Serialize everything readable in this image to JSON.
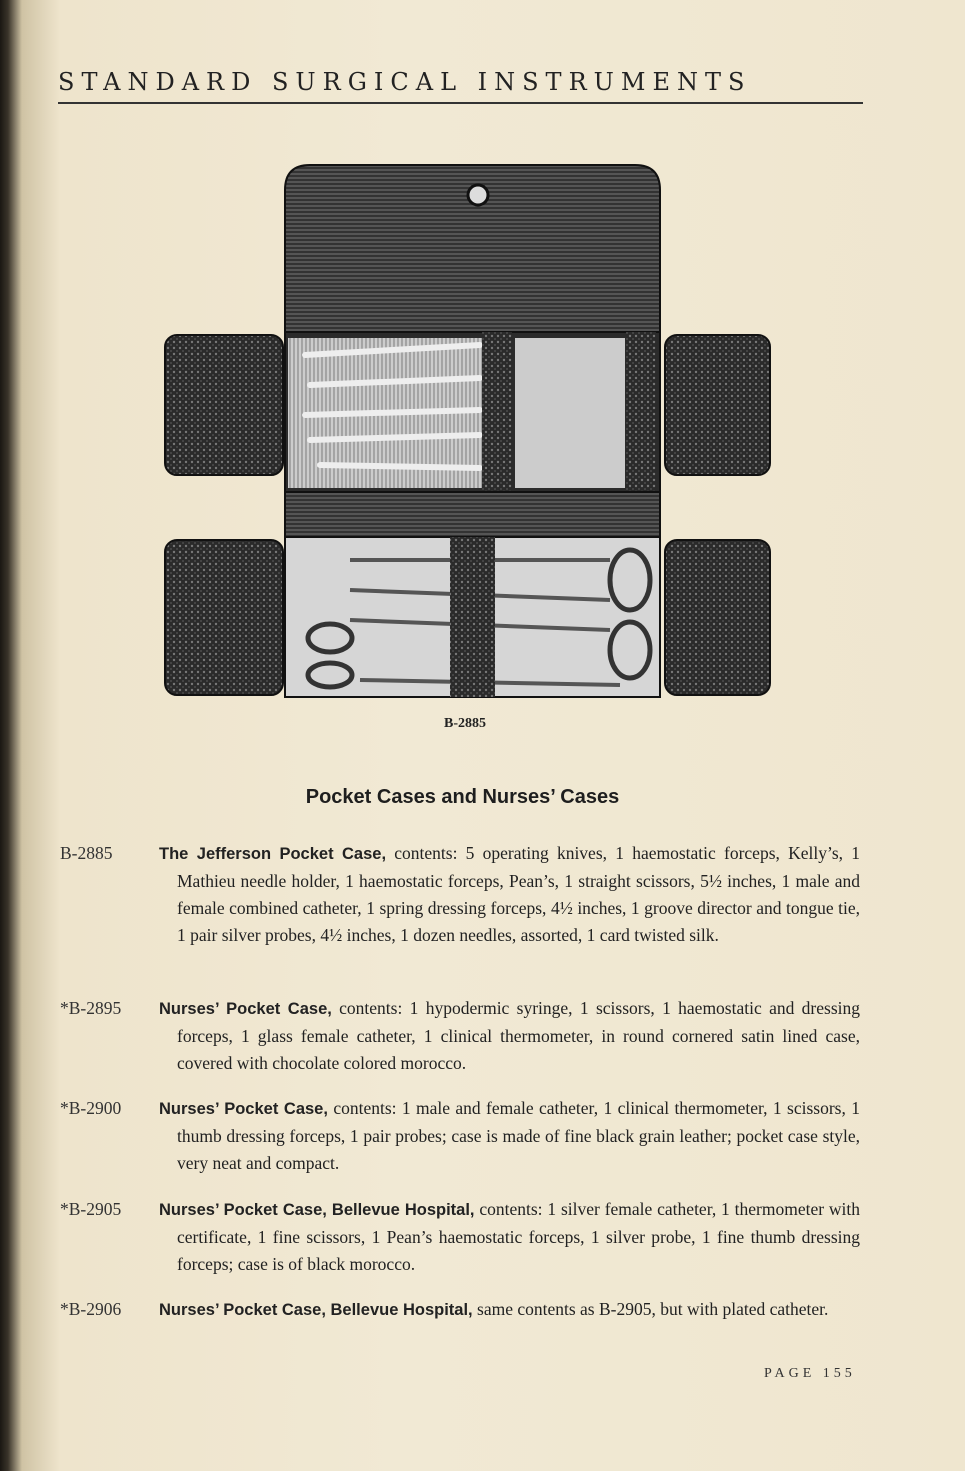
{
  "header": {
    "title": "STANDARD SURGICAL INSTRUMENTS"
  },
  "illustration": {
    "caption": "B-2885"
  },
  "section": {
    "title": "Pocket Cases and Nurses’ Cases"
  },
  "entries": [
    {
      "code": "B-2885",
      "lead": "The Jefferson Pocket Case,",
      "text": " contents: 5 operating knives, 1 haemostatic forceps, Kelly’s, 1 Mathieu needle holder, 1 haemostatic forceps, Pean’s, 1 straight scissors, 5½ inches, 1 male and female combined catheter, 1 spring dressing forceps, 4½ inches, 1 groove director and tongue tie, 1 pair silver probes, 4½ inches, 1 dozen needles, assorted, 1 card twisted silk."
    },
    {
      "code": "*B-2895",
      "lead": "Nurses’ Pocket Case,",
      "text": " contents: 1 hypodermic syringe, 1 scissors, 1 haemostatic and dressing forceps, 1 glass female catheter, 1 clinical thermometer, in round cornered satin lined case, covered with chocolate colored morocco."
    },
    {
      "code": "*B-2900",
      "lead": "Nurses’ Pocket Case,",
      "text": " contents: 1 male and female catheter, 1 clinical thermometer, 1 scissors, 1 thumb dressing forceps, 1 pair probes; case is made of fine black grain leather; pocket case style, very neat and compact."
    },
    {
      "code": "*B-2905",
      "lead": "Nurses’ Pocket Case, Bellevue Hospital,",
      "text": " contents: 1 silver female catheter, 1 thermometer with certificate, 1 fine scissors, 1 Pean’s haemostatic forceps, 1 silver probe, 1 fine thumb dressing forceps; case is of black morocco."
    },
    {
      "code": "*B-2906",
      "lead": "Nurses’ Pocket Case, Bellevue Hospital,",
      "text": " same contents as B-2905, but with plated catheter."
    }
  ],
  "footer": {
    "page": "PAGE 155"
  }
}
